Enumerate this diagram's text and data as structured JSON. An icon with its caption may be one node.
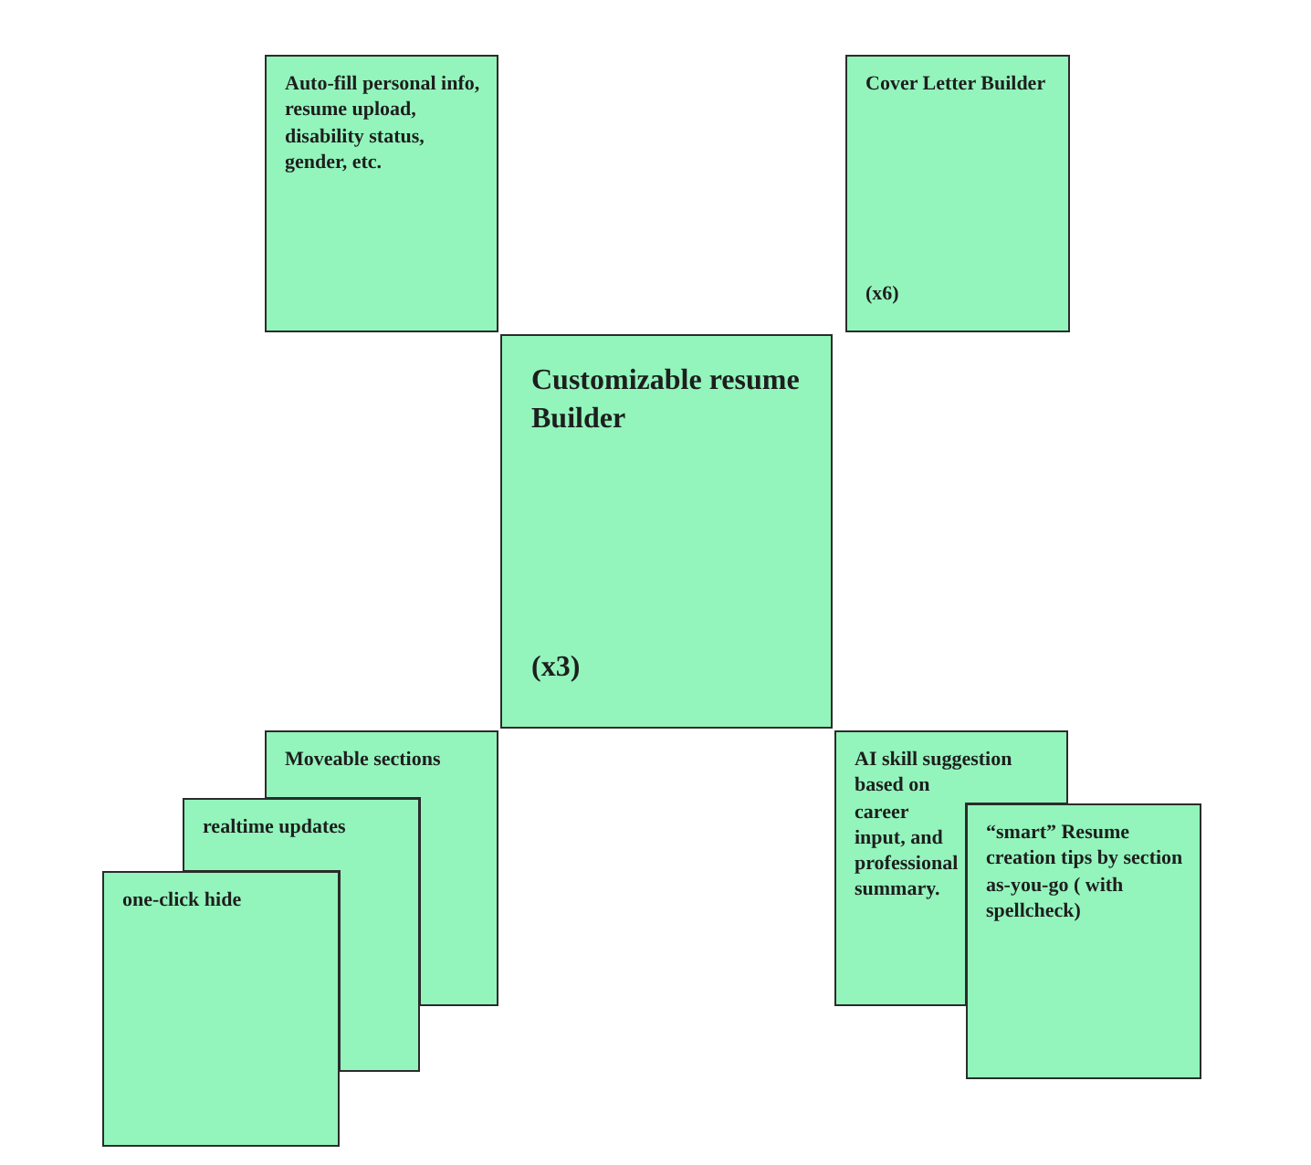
{
  "diagram": {
    "nodes": [
      {
        "text": [
          "Auto-fill personal info, resume upload, disability status, gender, etc."
        ]
      },
      {
        "text": [
          "Cover Letter Builder",
          "(x6)"
        ]
      },
      {
        "text": [
          "Customizable resume Builder",
          "(x3)"
        ]
      },
      {
        "text": [
          "Moveable sections"
        ]
      },
      {
        "text": [
          "realtime updates"
        ]
      },
      {
        "text": [
          "one-click hide"
        ]
      },
      {
        "text": [
          "AI skill suggestion based on career input, and professional summary."
        ]
      },
      {
        "text": [
          "“smart” Resume creation tips by section as-you-go ( with spellcheck)"
        ]
      }
    ]
  }
}
